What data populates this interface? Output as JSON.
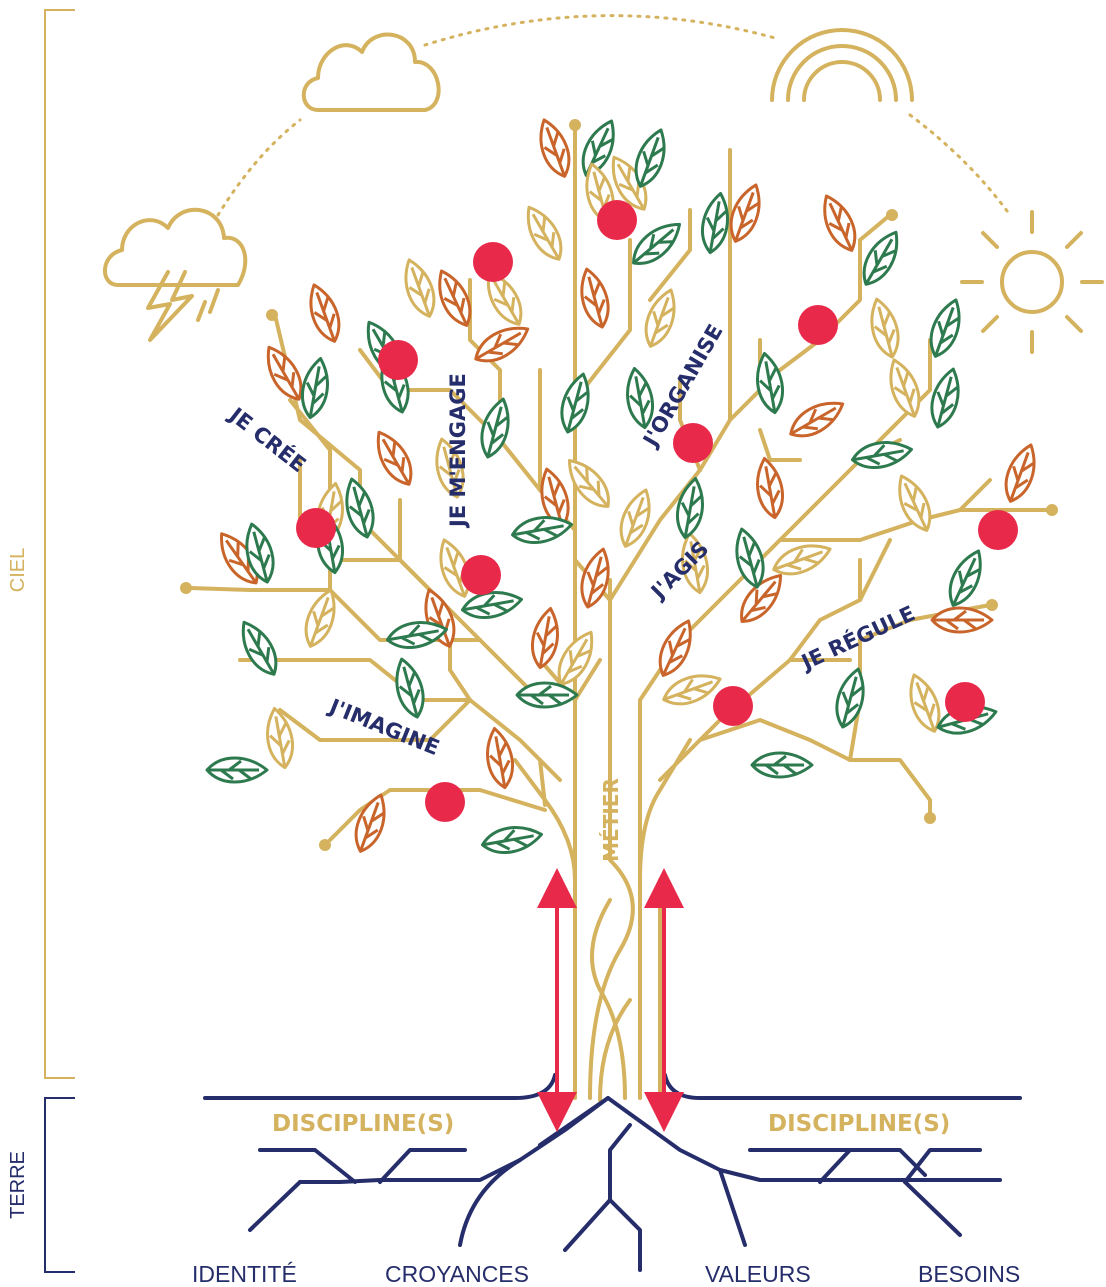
{
  "side_labels": {
    "sky": "CIEL",
    "earth": "TERRE"
  },
  "branch_labels": {
    "cree": "JE CRÉE",
    "engage": "JE M'ENGAGE",
    "organise": "J'ORGANISE",
    "agis": "J'AGIS",
    "regule": "JE RÉGULE",
    "imagine": "J'IMAGINE"
  },
  "trunk_label": "MÉTIER",
  "discipline_left": "DISCIPLINE(S)",
  "discipline_right": "DISCIPLINE(S)",
  "roots": {
    "identite": "IDENTITÉ",
    "croyances": "CROYANCES",
    "valeurs": "VALEURS",
    "besoins": "BESOINS"
  },
  "weather_icons": [
    "storm-cloud-icon",
    "cloud-icon",
    "rainbow-icon",
    "sun-icon"
  ],
  "colors": {
    "gold": "#d4b25e",
    "navy": "#262d6b",
    "red": "#e8294a",
    "leaf_green": "#2e7a4f",
    "leaf_orange": "#c9652b",
    "leaf_tan": "#d4b25e"
  }
}
